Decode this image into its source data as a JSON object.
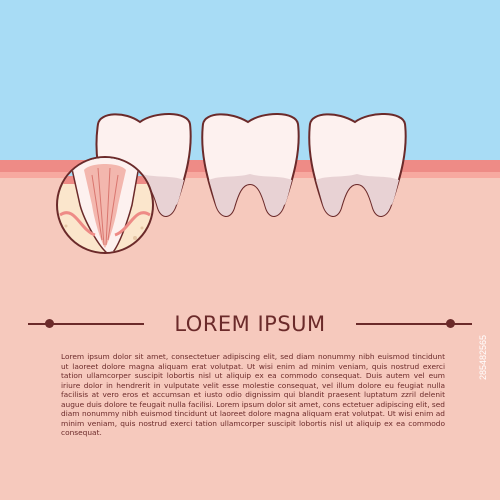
{
  "colors": {
    "sky": "#a8dcf5",
    "gum": "#f6c9bd",
    "gum_edge": "#ee8b86",
    "tooth": "#fdf1ef",
    "tooth_shadow": "#e8d2d4",
    "outline": "#6b2a2a",
    "pulp": "#f3b7ae",
    "bone": "#fbe6cc"
  },
  "icons": {
    "teeth": "molar-tooth-icon",
    "magnifier": "tooth-cross-section-icon"
  },
  "heading": {
    "title": "LOREM IPSUM"
  },
  "paragraph": "Lorem ipsum dolor sit amet, consectetuer adipiscing elit, sed diam nonummy nibh euismod tincidunt ut laoreet dolore magna aliquam erat volutpat. Ut wisi enim ad minim veniam, quis nostrud exerci tation ullamcorper suscipit lobortis nisl ut aliquip ex ea commodo consequat. Duis autem vel eum iriure dolor in hendrerit in vulputate velit esse molestie consequat, vel illum dolore eu feugiat nulla facilisis at vero eros et accumsan et iusto odio dignissim qui blandit praesent luptatum zzril delenit augue duis dolore te feugait nulla facilisi. Lorem ipsum dolor sit amet, cons ectetuer adipiscing elit, sed diam nonummy nibh euismod tincidunt ut laoreet dolore magna aliquam erat volutpat. Ut wisi enim ad minim veniam, quis nostrud exerci tation ullamcorper suscipit lobortis nisl ut aliquip ex ea commodo consequat.",
  "stock_id": "285482565"
}
